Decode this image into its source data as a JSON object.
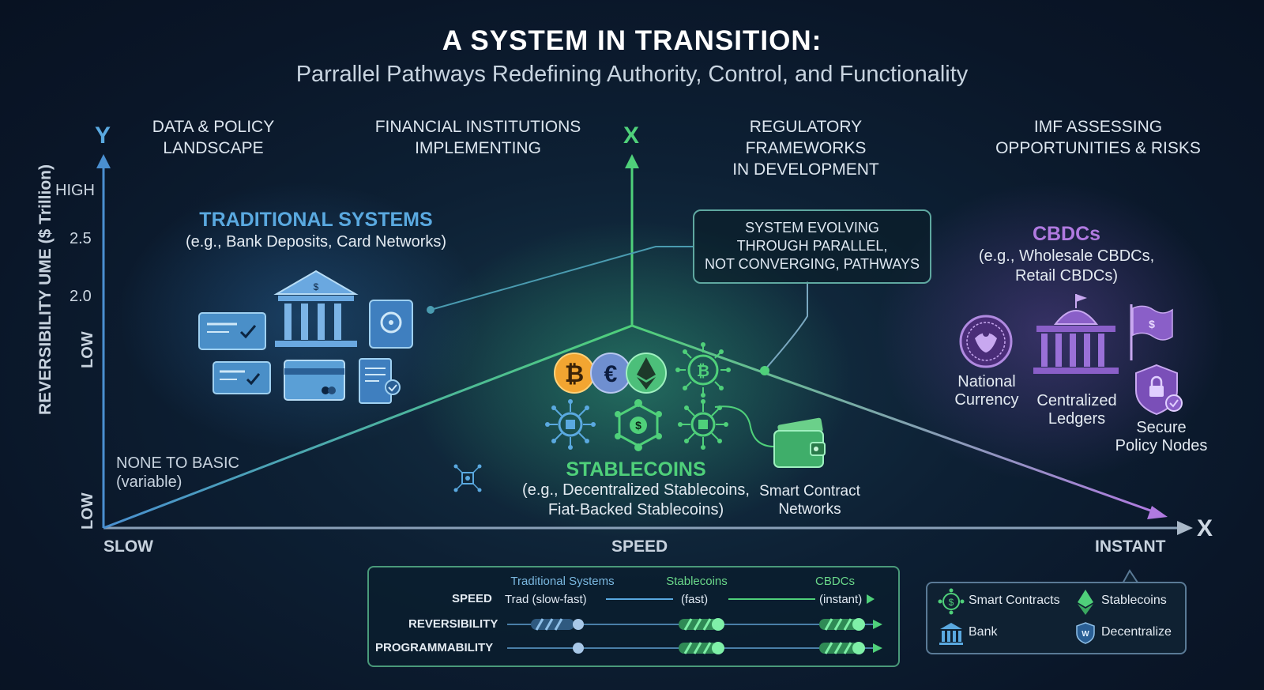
{
  "title": "A SYSTEM IN TRANSITION:",
  "subtitle": "Parrallel Pathways Redefining Authority, Control, and Functionality",
  "headers": {
    "data_policy": [
      "DATA & POLICY",
      "LANDSCAPE"
    ],
    "financial": [
      "FINANCIAL INSTITUTIONS",
      "IMPLEMENTING"
    ],
    "regulatory": [
      "REGULATORY FRAMEWORKS",
      "IN DEVELOPMENT"
    ],
    "imf": [
      "IMF ASSESSING",
      "OPPORTUNITIES & RISKS"
    ]
  },
  "axes": {
    "y_letter": "Y",
    "x_letter_center": "X",
    "x_letter_right": "X",
    "y_label": "REVERSIBILITY UME ($ Trillion)",
    "y_high": "HIGH",
    "y_ticks": [
      "2.5",
      "2.0"
    ],
    "y_low_mid": "LOW",
    "y_low_bottom": "LOW",
    "x_slow": "SLOW",
    "x_speed": "SPEED",
    "x_instant": "INSTANT"
  },
  "traditional": {
    "title": "TRADITIONAL SYSTEMS",
    "subtitle": "(e.g., Bank Deposits, Card Networks)"
  },
  "stablecoins": {
    "title": "STABLECOINS",
    "subtitle": [
      "(e.g., Decentralized Stablecoins,",
      "Fiat-Backed Stablecoins)"
    ]
  },
  "smart_contract": [
    "Smart Contract",
    "Networks"
  ],
  "cbdcs": {
    "title": "CBDCs",
    "subtitle": [
      "(e.g., Wholesale CBDCs,",
      "Retail CBDCs)"
    ],
    "national": [
      "National",
      "Currency"
    ],
    "ledgers": [
      "Centralized",
      "Ledgers"
    ],
    "policy": [
      "Secure",
      "Policy Nodes"
    ]
  },
  "callout": [
    "SYSTEM EVOLVING",
    "THROUGH PARALLEL,",
    "NOT CONVERGING, PATHWAYS"
  ],
  "none_basic": [
    "NONE TO BASIC",
    "(variable)"
  ],
  "comparison": {
    "columns": [
      "Traditional Systems",
      "Stablecoins",
      "CBDCs"
    ],
    "rows": [
      {
        "label": "SPEED",
        "cells": [
          "Trad (slow-fast)",
          "(fast)",
          "(instant)"
        ]
      },
      {
        "label": "REVERSIBILITY"
      },
      {
        "label": "PROGRAMMABILITY"
      }
    ]
  },
  "legend": {
    "smart_contracts": "Smart Contracts",
    "stablecoins": "Stablecoins",
    "bank": "Bank",
    "decentralize": "Decentralize"
  },
  "colors": {
    "blue": "#5aa9e0",
    "green": "#4fd07a",
    "purple": "#b07ae0",
    "teal_box": "#5fa8a0"
  }
}
